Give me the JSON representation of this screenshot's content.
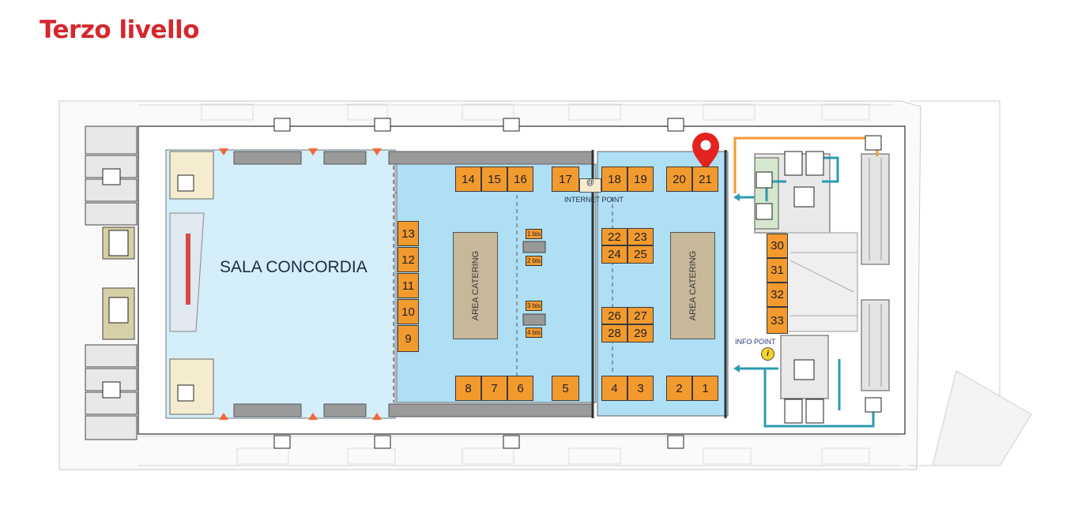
{
  "title": "Terzo livello",
  "hall_name": "SALA CONCORDIA",
  "catering_label": "AREA CATERING",
  "internet_point_label": "INTERNET POINT",
  "internet_sign": "@",
  "info_point_label": "INFO POINT",
  "info_icon_glyph": "i",
  "stands": {
    "s14": "14",
    "s15": "15",
    "s16": "16",
    "s17": "17",
    "s18": "18",
    "s19": "19",
    "s20": "20",
    "s21": "21",
    "s13": "13",
    "s12": "12",
    "s11": "11",
    "s10": "10",
    "s9": "9",
    "s22": "22",
    "s23": "23",
    "s24": "24",
    "s25": "25",
    "s26": "26",
    "s27": "27",
    "s28": "28",
    "s29": "29",
    "s8": "8",
    "s7": "7",
    "s6": "6",
    "s5": "5",
    "s4": "4",
    "s3": "3",
    "s2": "2",
    "s1": "1",
    "s30": "30",
    "s31": "31",
    "s32": "32",
    "s33": "33",
    "b1": "1 bis",
    "b2": "2 bis",
    "b3": "3 bis",
    "b4": "4 bis"
  },
  "highlighted_stand": "21",
  "colors": {
    "title": "#d4282e",
    "stand": "#f39a2f",
    "hall_blue": "#aedff4",
    "concordia": "#d4eefa",
    "marker": "#e3231f",
    "escalator_path": "#2c9bb0",
    "elevator_path": "#f39a2f"
  }
}
